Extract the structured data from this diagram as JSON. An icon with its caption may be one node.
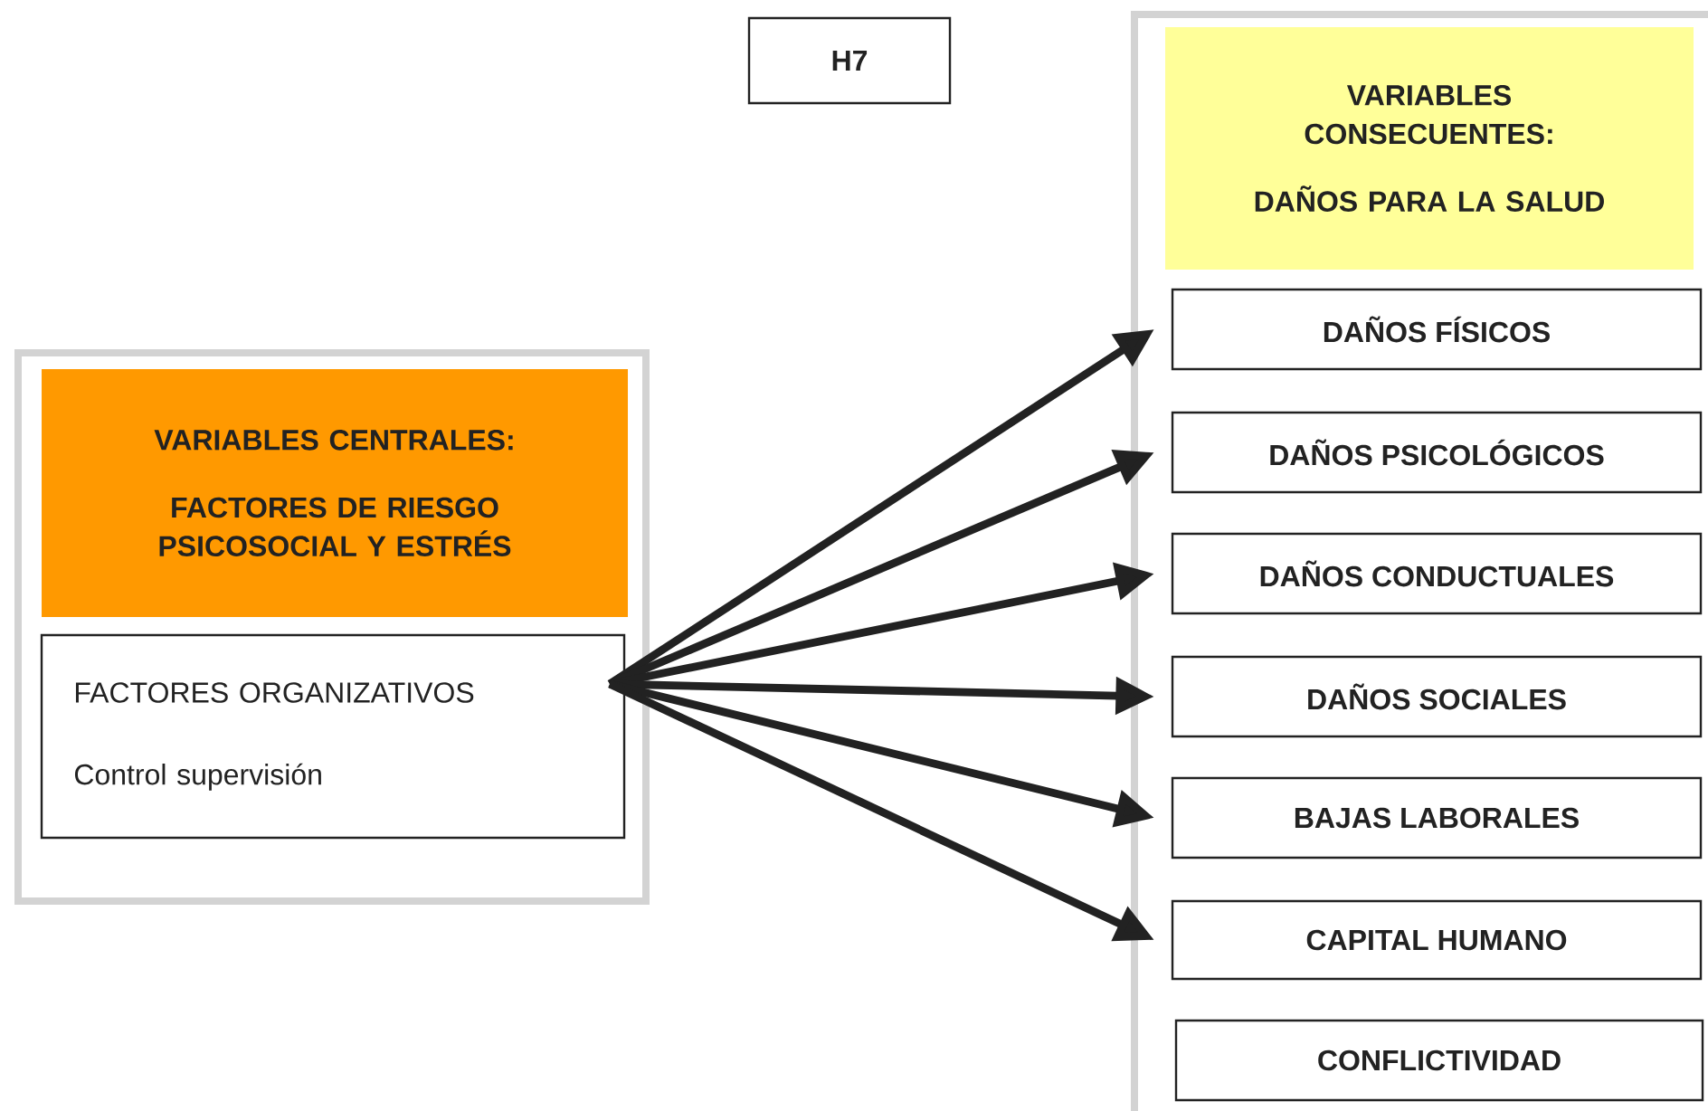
{
  "diagram": {
    "nodes": [
      {
        "text": [
          "H7"
        ]
      },
      {
        "text": [],
        "shape": "box"
      },
      {
        "text": [
          "VARIABLES CENTRALES:",
          "FACTORES DE RIESGO PSICOSOCIAL Y ESTRÉS"
        ],
        "in": 1
      },
      {
        "text": [
          "FACTORES ORGANIZATIVOS",
          "Control supervisión"
        ],
        "in": 1
      },
      {
        "text": [],
        "shape": "box"
      },
      {
        "text": [
          "VARIABLES CONSECUENTES:",
          "DAÑOS PARA LA SALUD"
        ],
        "in": 4
      },
      {
        "text": [
          "DAÑOS FÍSICOS"
        ],
        "in": 4
      },
      {
        "text": [
          "DAÑOS PSICOLÓGICOS"
        ],
        "in": 4
      },
      {
        "text": [
          "DAÑOS CONDUCTUALES"
        ],
        "in": 4
      },
      {
        "text": [
          "DAÑOS SOCIALES"
        ],
        "in": 4
      },
      {
        "text": [
          "BAJAS LABORALES"
        ],
        "in": 4
      },
      {
        "text": [
          "CAPITAL HUMANO"
        ],
        "in": 4
      },
      {
        "text": [
          "CONFLICTIVIDAD"
        ],
        "in": 4
      }
    ],
    "edges": [
      {
        "from": 3,
        "to": 6,
        "arrow": "to"
      },
      {
        "from": 3,
        "to": 7,
        "arrow": "to"
      },
      {
        "from": 3,
        "to": 8,
        "arrow": "to"
      },
      {
        "from": 3,
        "to": 9,
        "arrow": "to"
      },
      {
        "from": 3,
        "to": 10,
        "arrow": "to"
      },
      {
        "from": 3,
        "to": 11,
        "arrow": "to"
      }
    ]
  }
}
